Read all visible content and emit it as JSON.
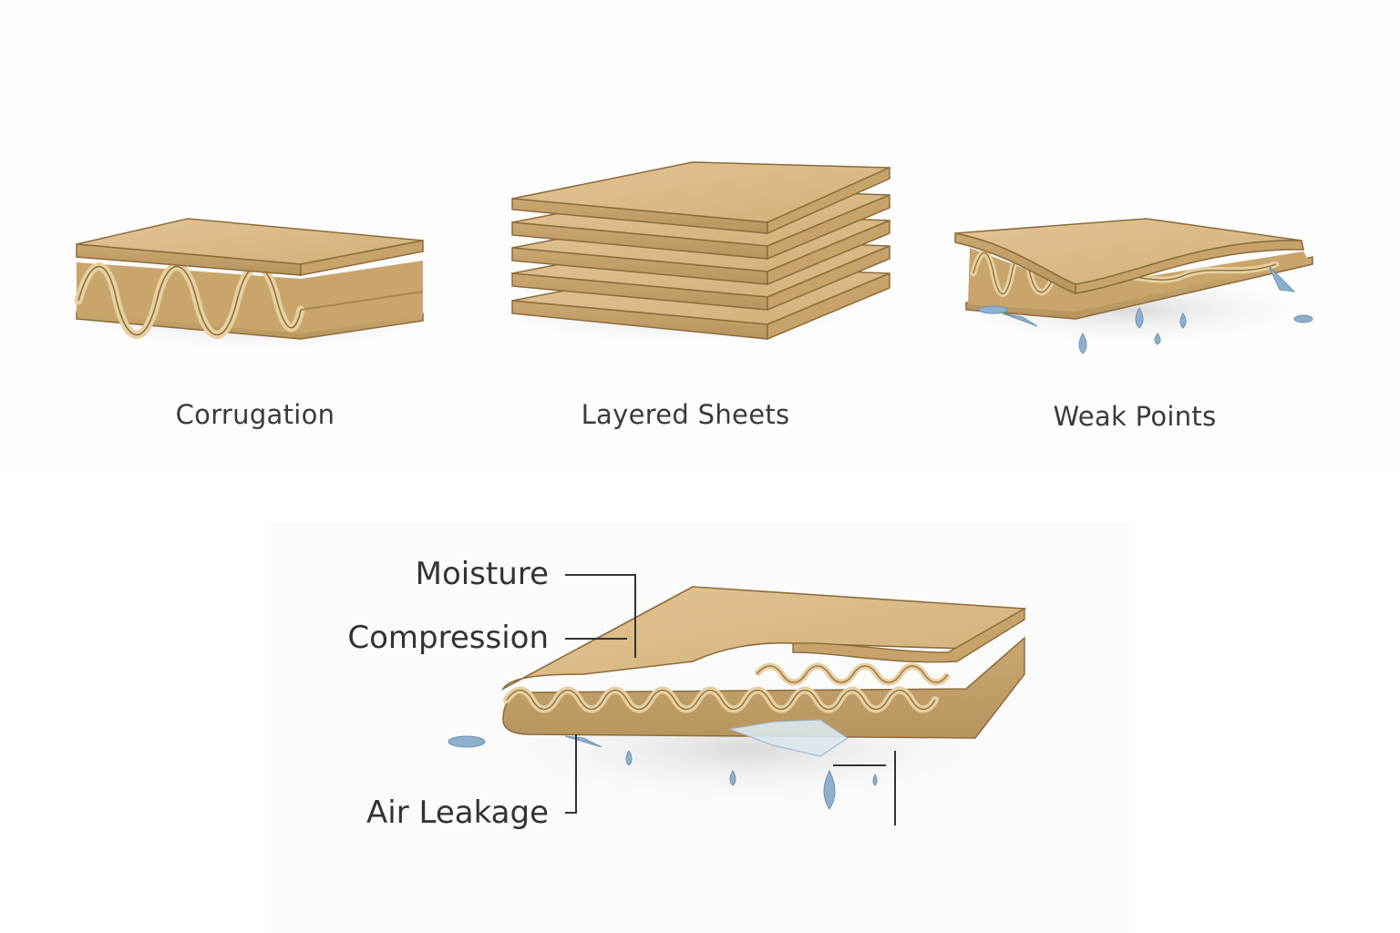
{
  "captions": {
    "corrugation": "Corrugation",
    "layered_sheets": "Layered Sheets",
    "weak_points": "Weak Points"
  },
  "callouts": {
    "moisture": "Moisture",
    "compression": "Compression",
    "air_leakage": "Air Leakage"
  },
  "colors": {
    "cardboard": "#d9b987",
    "cardboard_dark": "#b8955e",
    "water": "#8fb0cc",
    "ink": "#3a3a3a"
  }
}
